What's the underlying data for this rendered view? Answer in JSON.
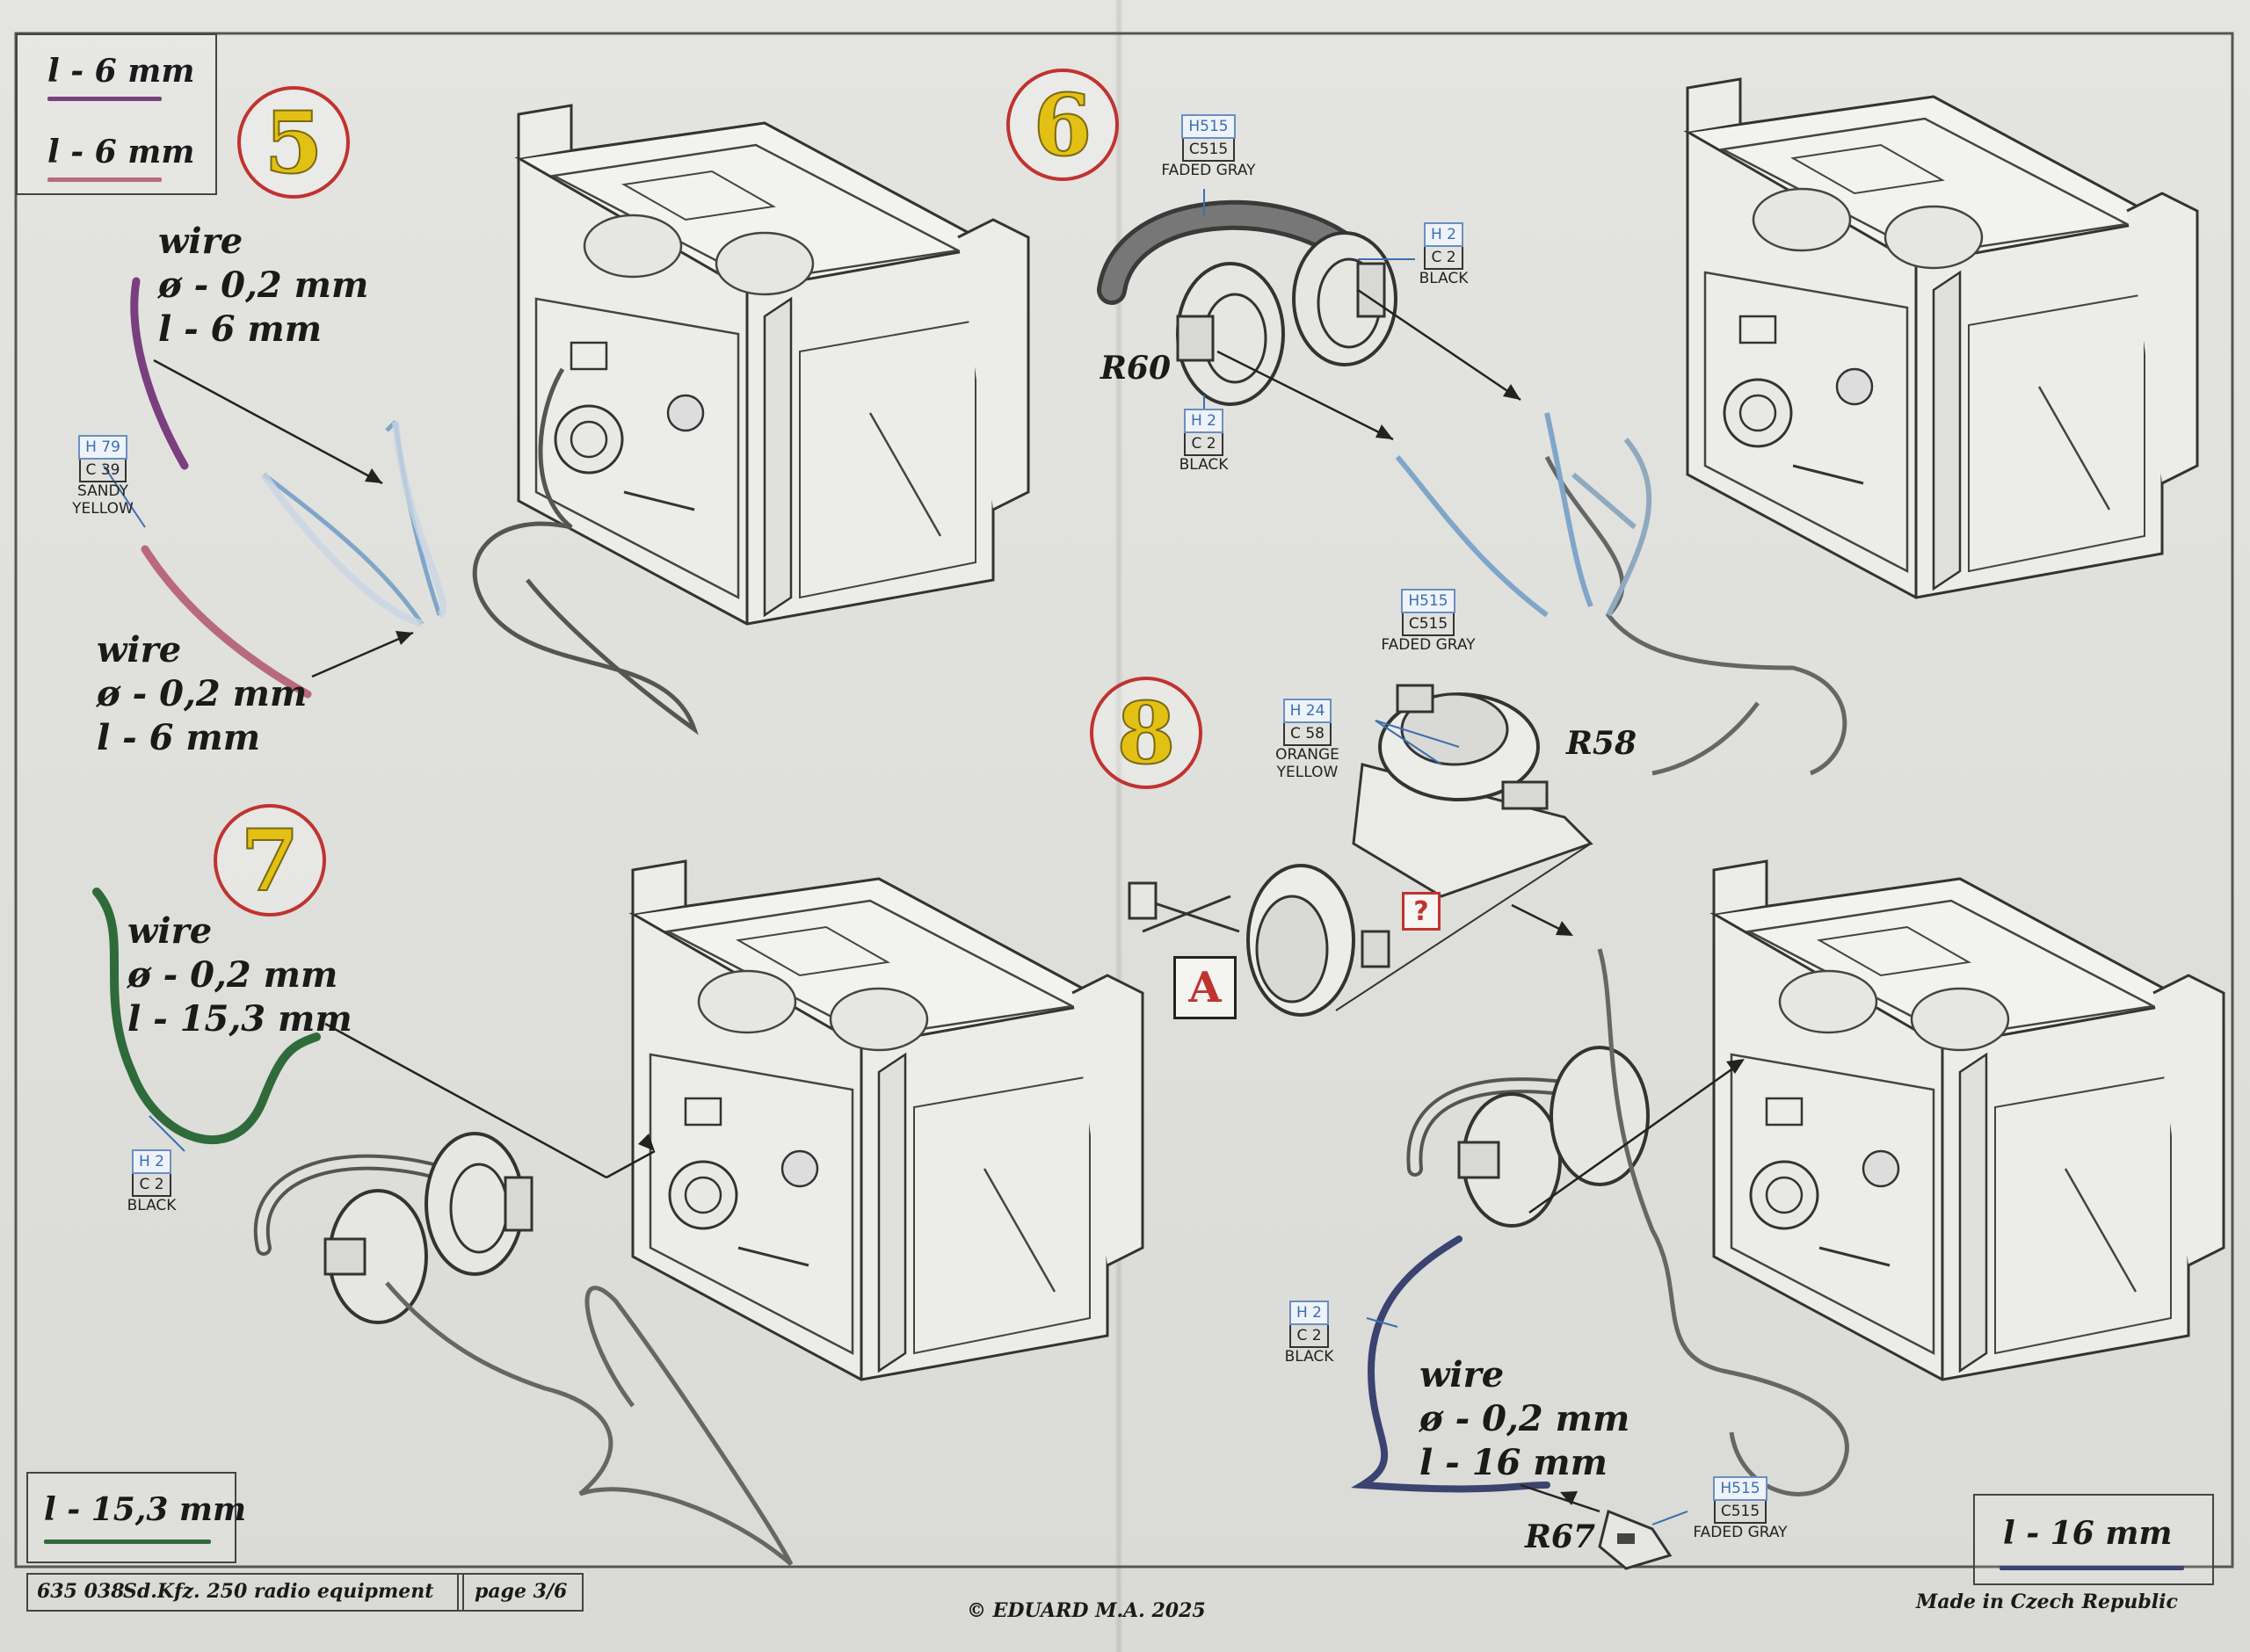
{
  "legend_topleft": [
    {
      "label": "l - 6 mm",
      "color": "#7a3f7f"
    },
    {
      "label": "l - 6 mm",
      "color": "#b86a7c"
    }
  ],
  "steps": {
    "s5": "5",
    "s6": "6",
    "s7": "7",
    "s8": "8"
  },
  "step5": {
    "wire_a": {
      "line1": "wire",
      "line2": "ø - 0,2 mm",
      "line3": "l - 6 mm"
    },
    "wire_b": {
      "line1": "wire",
      "line2": "ø - 0,2 mm",
      "line3": "l - 6 mm"
    },
    "paint": {
      "h": "H 79",
      "c": "C 39",
      "name1": "SANDY",
      "name2": "YELLOW"
    }
  },
  "step6": {
    "paint_band": {
      "h": "H515",
      "c": "C515",
      "name": "FADED GRAY"
    },
    "paint_cup": {
      "h": "H 2",
      "c": "C 2",
      "name": "BLACK"
    },
    "paint_plug": {
      "h": "H 2",
      "c": "C 2",
      "name": "BLACK"
    },
    "part": "R60"
  },
  "step7": {
    "wire": {
      "line1": "wire",
      "line2": "ø - 0,2 mm",
      "line3": "l - 15,3 mm"
    },
    "paint": {
      "h": "H 2",
      "c": "C 2",
      "name": "BLACK"
    }
  },
  "step8": {
    "paint_body": {
      "h": "H515",
      "c": "C515",
      "name": "FADED GRAY"
    },
    "paint_grill": {
      "h": "H 24",
      "c": "C 58",
      "name1": "ORANGE",
      "name2": "YELLOW"
    },
    "part_mic": "R58",
    "box_a": "A",
    "box_q": "?",
    "paint_wire": {
      "h": "H 2",
      "c": "C 2",
      "name": "BLACK"
    },
    "wire": {
      "line1": "wire",
      "line2": "ø - 0,2 mm",
      "line3": "l - 16 mm"
    },
    "part_plug": "R67",
    "paint_plug": {
      "h": "H515",
      "c": "C515",
      "name": "FADED GRAY"
    }
  },
  "legend_bottomleft": {
    "label": "l - 15,3 mm",
    "color": "#2f6b3a"
  },
  "legend_bottomright": {
    "label": "l - 16 mm",
    "color": "#3b4470"
  },
  "footer": {
    "code": "635 038",
    "title": "Sd.Kfz. 250 radio equipment",
    "page": "page 3/6",
    "copyright": "© EDUARD  M.A. 2025",
    "made": "Made in Czech Republic"
  },
  "colors": {
    "paint_h_box": "#3a6fb0",
    "step_circle": "#c0332f",
    "step_number": "#e3c014",
    "wire_purple": "#7a3f7f",
    "wire_pink": "#b86a7c",
    "wire_green": "#2f6b3a",
    "wire_navy": "#3b4470"
  }
}
